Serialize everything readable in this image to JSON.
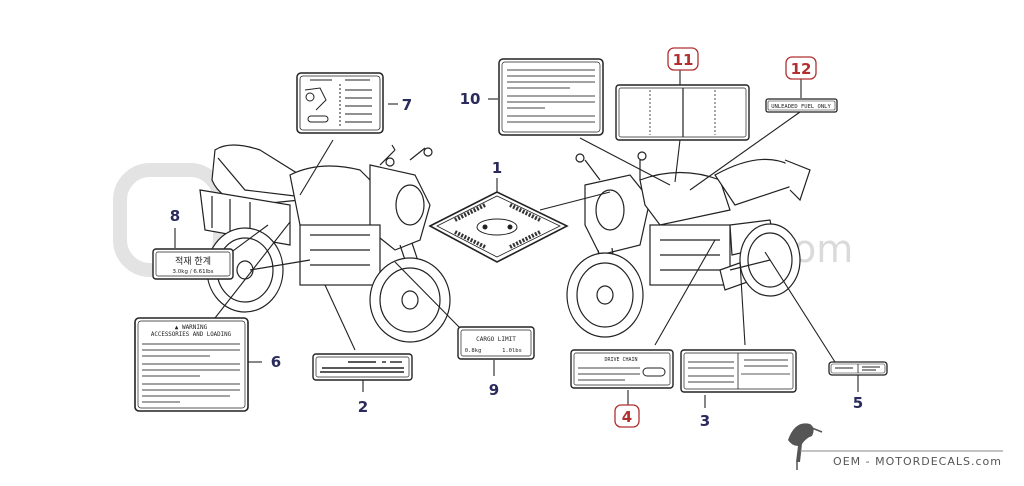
{
  "colors": {
    "line": "#222222",
    "callout_plain": "#2a2a5c",
    "callout_boxed": "#b03030",
    "watermark": "#d6d6d6",
    "footer_text": "#555555"
  },
  "watermark": {
    "text": ".com"
  },
  "callouts": {
    "c1": "1",
    "c2": "2",
    "c3": "3",
    "c4": "4",
    "c5": "5",
    "c6": "6",
    "c7": "7",
    "c8": "8",
    "c9": "9",
    "c10": "10",
    "c11": "11",
    "c12": "12"
  },
  "labels": {
    "warning_title": "▲ WARNING",
    "warning_subtitle": "ACCESSORIES AND LOADING",
    "korean_title": "적재 한계",
    "korean_values": "3.0kg  /  6.61lbs",
    "cargo_title": "CARGO LIMIT",
    "cargo_left": "0.8kg",
    "cargo_right": "1.0lbs",
    "drive_chain": "DRIVE CHAIN",
    "unleaded": "UNLEADED FUEL ONLY"
  },
  "footer": {
    "brand_text": "OEM - MOTORDECALS.com",
    "logo_icon": "heron-bird-icon"
  }
}
